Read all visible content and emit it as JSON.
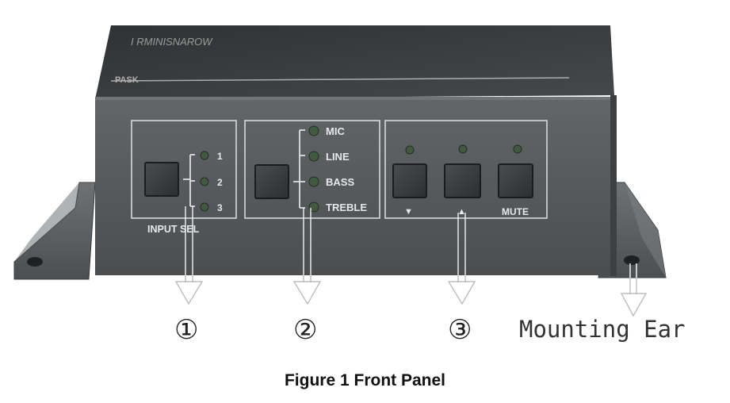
{
  "device": {
    "top_print_1": "I  RMINISNAROW",
    "top_print_2": "PASK"
  },
  "panel": {
    "input_sel": {
      "label": "INPUT SEL",
      "leds": [
        "1",
        "2",
        "3"
      ]
    },
    "mode": {
      "leds": [
        "MIC",
        "LINE",
        "BASS",
        "TREBLE"
      ]
    },
    "adjust": {
      "down_label": "▼",
      "up_label": "▲",
      "mute_label": "MUTE"
    }
  },
  "callouts": {
    "one": "①",
    "two": "②",
    "three": "③",
    "ear": "Mounting Ear"
  },
  "caption": "Figure 1 Front Panel",
  "colors": {
    "panel_face": "#55595b",
    "panel_top": "#3a3c3e",
    "led_off": "#3f5a3f",
    "frame_line": "#d9d9d9"
  }
}
